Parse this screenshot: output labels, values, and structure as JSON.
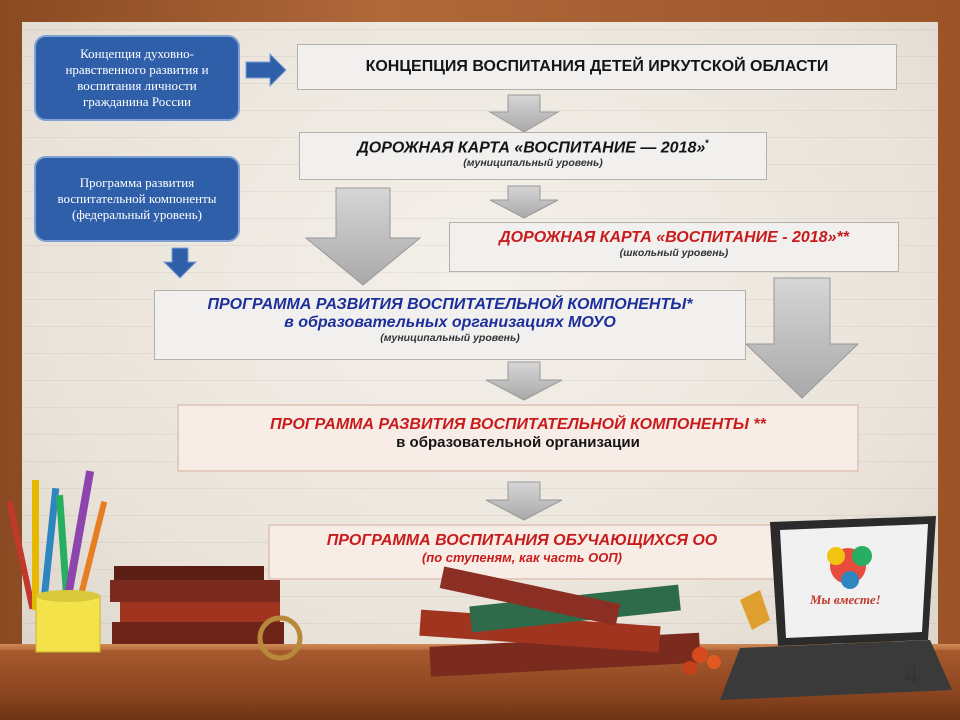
{
  "left_boxes": {
    "concept": "Концепция духовно-нравственного развития и воспитания личности гражданина России",
    "program_federal": "Программа развития воспитательной компоненты (федеральный уровень)"
  },
  "concept_irkutsk": "КОНЦЕПЦИЯ ВОСПИТАНИЯ ДЕТЕЙ ИРКУТСКОЙ ОБЛАСТИ",
  "roadmap_municipal": {
    "title": "ДОРОЖНАЯ КАРТА «ВОСПИТАНИЕ — 2018»",
    "mark": "*",
    "level": "(муниципальный уровень)"
  },
  "roadmap_school": {
    "title": "ДОРОЖНАЯ КАРТА «ВОСПИТАНИЕ - 2018»**",
    "level": "(школьный уровень)"
  },
  "program_mouo": {
    "title": "ПРОГРАММА РАЗВИТИЯ ВОСПИТАТЕЛЬНОЙ КОМПОНЕНТЫ*",
    "subtitle": "в образовательных организациях МОУО",
    "level": "(муниципальный уровень)"
  },
  "program_org": {
    "title": "ПРОГРАММА РАЗВИТИЯ ВОСПИТАТЕЛЬНОЙ КОМПОНЕНТЫ **",
    "subtitle": "в образовательной организации"
  },
  "program_students": {
    "title": "ПРОГРАММА ВОСПИТАНИЯ ОБУЧАЮЩИХСЯ ОО",
    "subtitle": "(по ступеням, как часть ООП)"
  },
  "laptop_caption": "Мы вместе!",
  "slide_number": "4",
  "colors": {
    "blue_box": "#2f5fa8",
    "red_text": "#c81c1c",
    "blue_text": "#1d2f9a"
  }
}
